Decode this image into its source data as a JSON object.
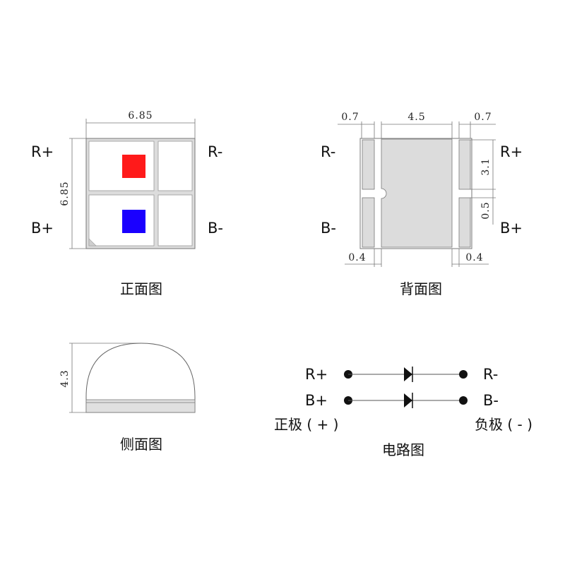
{
  "front": {
    "caption": "正面图",
    "dim_width": "6.85",
    "dim_height": "6.85",
    "pin_r_pos": "R+",
    "pin_r_neg": "R-",
    "pin_b_pos": "B+",
    "pin_b_neg": "B-",
    "red_color": "#ff1a1a",
    "blue_color": "#1a00ff"
  },
  "back": {
    "caption": "背面图",
    "dim_left_pad": "0.7",
    "dim_center_pad": "4.5",
    "dim_right_pad": "0.7",
    "dim_upper_pad_height": "3.1",
    "dim_gap": "0.5",
    "dim_left_offset": "0.4",
    "dim_right_offset": "0.4",
    "pin_r_neg": "R-",
    "pin_r_pos": "R+",
    "pin_b_neg": "B-",
    "pin_b_pos": "B+"
  },
  "side": {
    "caption": "侧面图",
    "dim_height": "4.3"
  },
  "circuit": {
    "caption": "电路图",
    "pin_r_pos": "R+",
    "pin_r_neg": "R-",
    "pin_b_pos": "B+",
    "pin_b_neg": "B-",
    "anode_label": "正极 ( + )",
    "cathode_label": "负极 ( - )"
  }
}
